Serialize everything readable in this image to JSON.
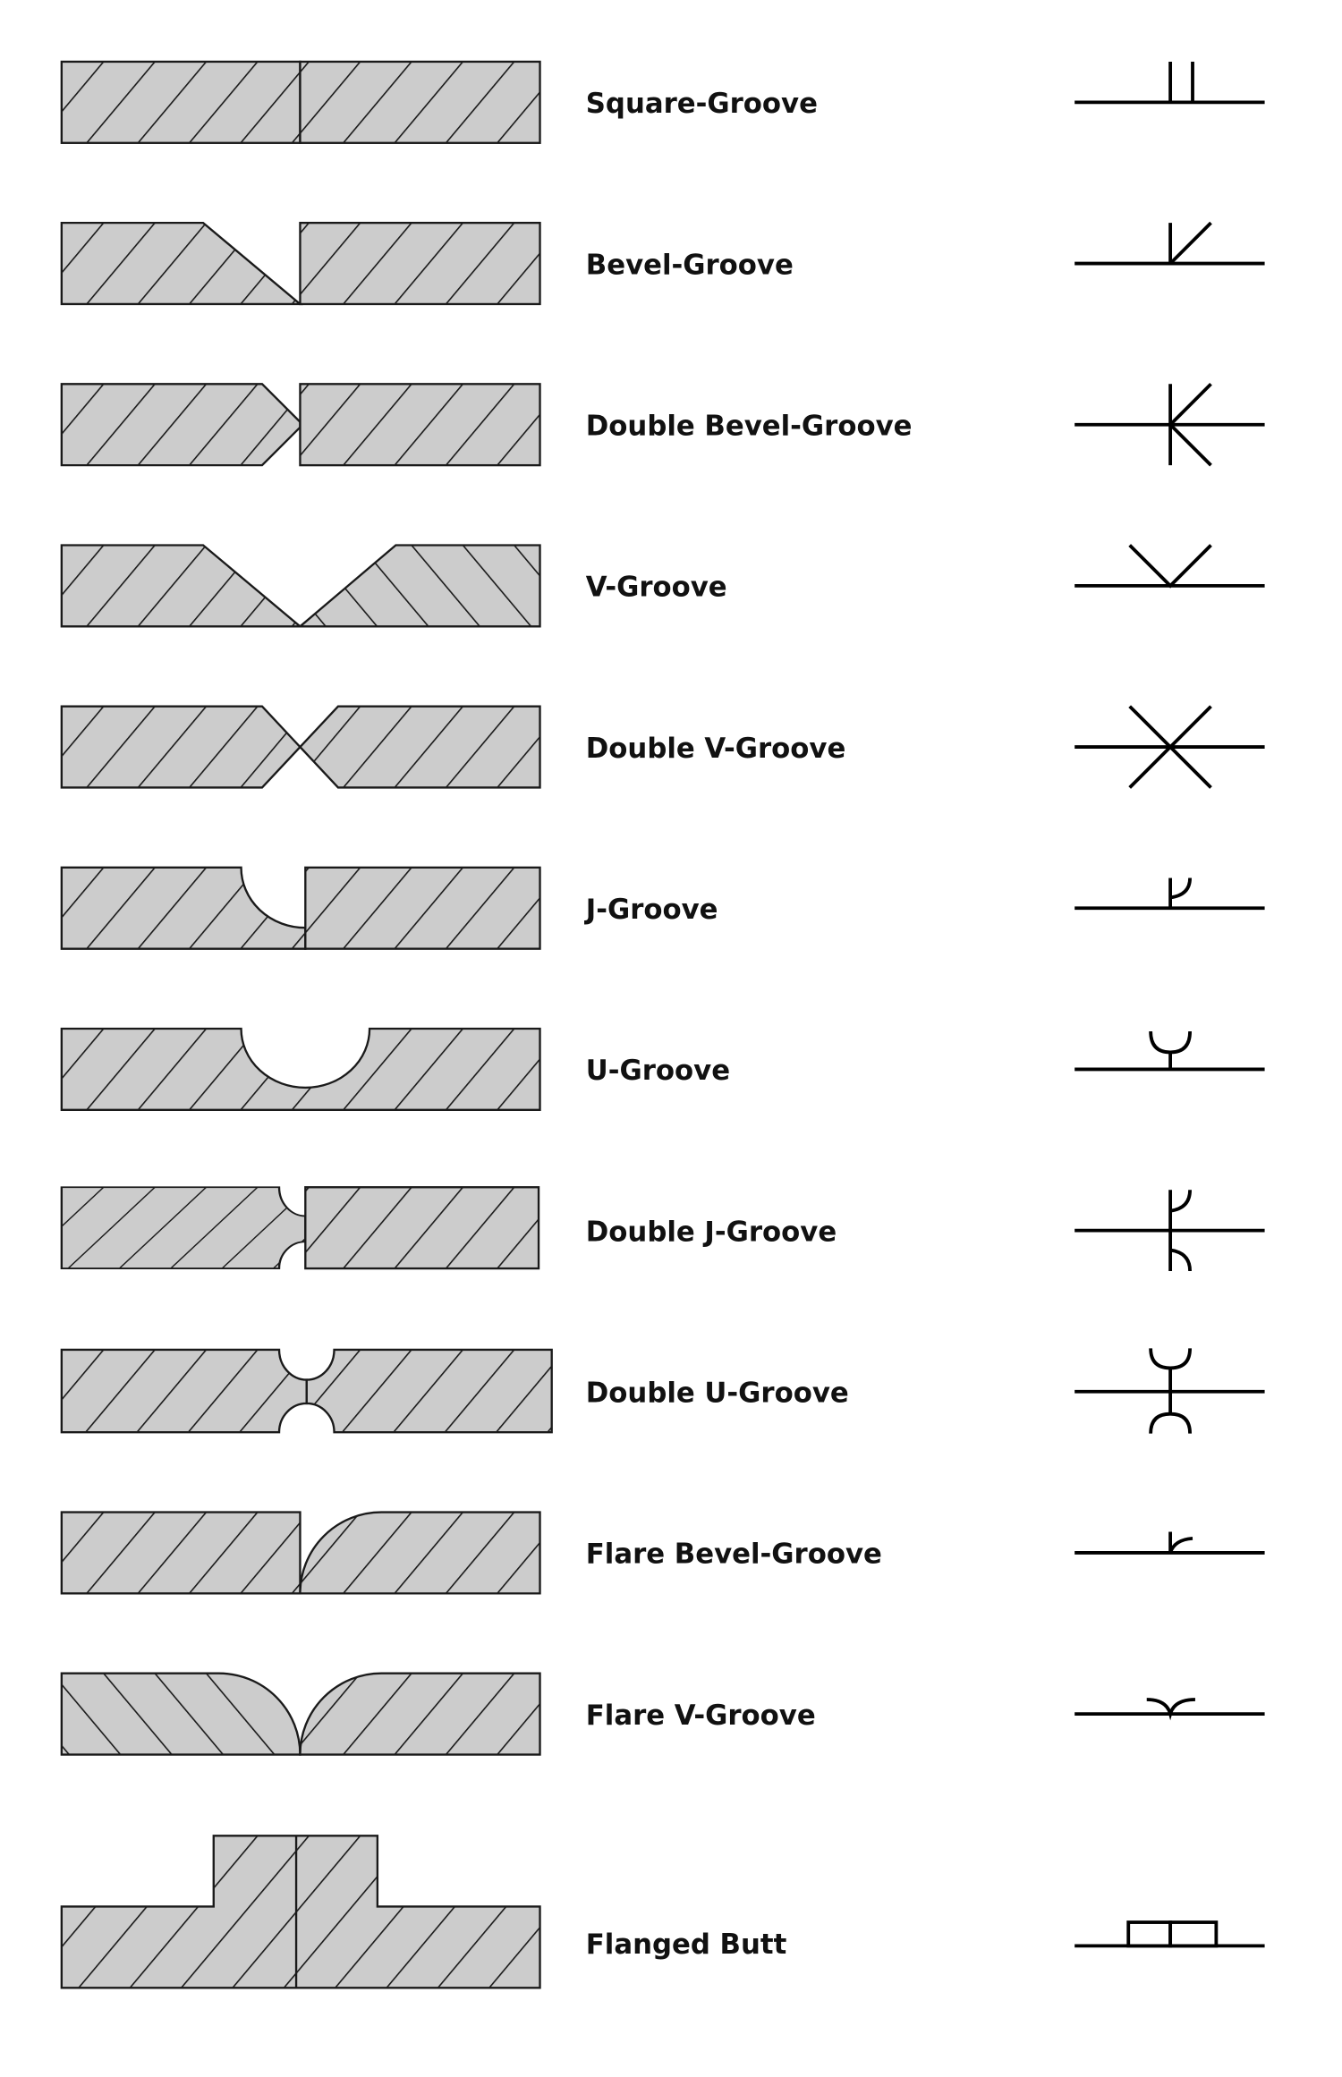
{
  "colors": {
    "plate_fill": "#cccccc",
    "outline": "#1a1a1a",
    "symbol": "#000000"
  },
  "rows": [
    {
      "label": "Square-Groove"
    },
    {
      "label": "Bevel-Groove"
    },
    {
      "label": "Double Bevel-Groove"
    },
    {
      "label": "V-Groove"
    },
    {
      "label": "Double V-Groove"
    },
    {
      "label": "J-Groove"
    },
    {
      "label": "U-Groove"
    },
    {
      "label": "Double J-Groove"
    },
    {
      "label": "Double U-Groove"
    },
    {
      "label": "Flare Bevel-Groove"
    },
    {
      "label": "Flare V-Groove"
    },
    {
      "label": "Flanged Butt"
    }
  ]
}
